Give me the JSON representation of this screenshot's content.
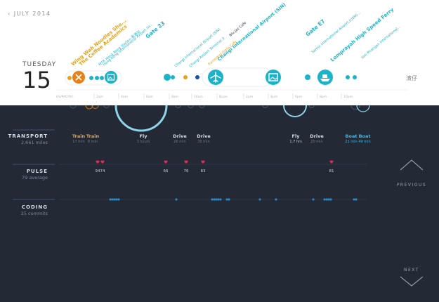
{
  "header": {
    "month": "JULY 2014",
    "day_name": "TUESDAY",
    "day_number": "15",
    "chinese_label": "濱仔"
  },
  "time_axis": {
    "timezone": "US/PACIFIC",
    "ticks": [
      "2am",
      "4am",
      "6am",
      "8am",
      "10am",
      "Noon",
      "2pm",
      "4pm",
      "6pm",
      "8pm",
      "10pm"
    ]
  },
  "places": [
    {
      "label": "Wing Wah Noodles Sho...",
      "color": "#e7a21a",
      "bold": true
    },
    {
      "label": "The Coffee Academics",
      "color": "#e7a21a",
      "bold": true
    },
    {
      "label": "MTR Hong Kong Station 香港站",
      "color": "#1cb3c8",
      "bold": false
    },
    {
      "label": "Hong Kong International Airport (H...",
      "color": "#1cb3c8",
      "bold": false
    },
    {
      "label": "Gate 23",
      "color": "#1cb3c8",
      "bold": true
    },
    {
      "label": "Changi International Airport (SIN)",
      "color": "#1cb3c8",
      "bold": false
    },
    {
      "label": "Changi Airport Terminal 3",
      "color": "#1cb3c8",
      "bold": false
    },
    {
      "label": "Kampong Glam Cafe",
      "color": "#e7a21a",
      "bold": false
    },
    {
      "label": "Blu Jaz Cafe",
      "color": "#1a2a3a",
      "bold": false
    },
    {
      "label": "Changi International Airport (SIN)",
      "color": "#1cb3c8",
      "bold": true
    },
    {
      "label": "Gate E7",
      "color": "#1cb3c8",
      "bold": true
    },
    {
      "label": "Samui International Airport (USM)...",
      "color": "#1cb3c8",
      "bold": false
    },
    {
      "label": "Lomprayah High Speed Ferry",
      "color": "#1cb3c8",
      "bold": true
    },
    {
      "label": "Koh Phangan International...",
      "color": "#1cb3c8",
      "bold": false
    }
  ],
  "rows": {
    "transport": {
      "title": "TRANSPORT",
      "sub": "2,661 miles"
    },
    "pulse": {
      "title": "PULSE",
      "sub": "79 average"
    },
    "coding": {
      "title": "CODING",
      "sub": "25 commits"
    }
  },
  "transport": [
    {
      "mode": "Train",
      "duration": "17 min",
      "color": "#f0a33a"
    },
    {
      "mode": "Train",
      "duration": "8 min",
      "color": "#f0a33a"
    },
    {
      "mode": "Fly",
      "duration": "3 hours",
      "color": "#d8dde4"
    },
    {
      "mode": "Drive",
      "duration": "26 min",
      "color": "#d8dde4"
    },
    {
      "mode": "Drive",
      "duration": "30 min",
      "color": "#d8dde4"
    },
    {
      "mode": "Fly",
      "duration": "1.7 hrs",
      "color": "#d8dde4"
    },
    {
      "mode": "Drive",
      "duration": "20 min",
      "color": "#d8dde4"
    },
    {
      "mode": "Boat",
      "duration": "21 min",
      "color": "#3fb7e6"
    },
    {
      "mode": "Boat",
      "duration": "49 min",
      "color": "#3fb7e6"
    }
  ],
  "pulse": [
    {
      "value": "94"
    },
    {
      "value": "74"
    },
    {
      "value": "66"
    },
    {
      "value": "76"
    },
    {
      "value": "83"
    },
    {
      "value": "81"
    }
  ],
  "nav": {
    "previous": "PREVIOUS",
    "next": "NEXT"
  },
  "colors": {
    "accent": "#1cb3c8",
    "orange": "#e8811a",
    "heart": "#e5285a",
    "boat": "#3fb7e6"
  }
}
